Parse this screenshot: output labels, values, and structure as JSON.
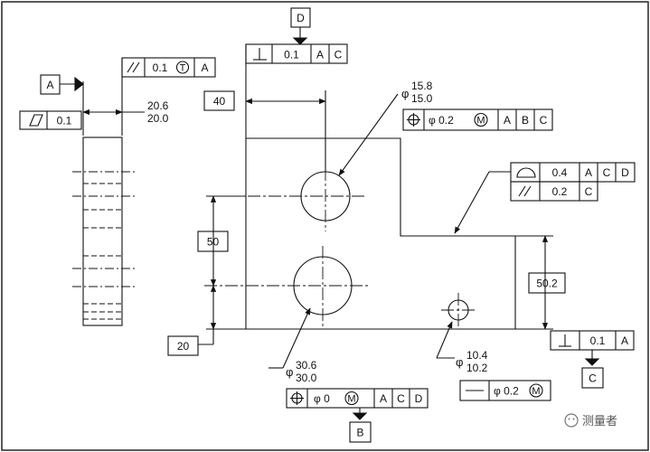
{
  "datums": {
    "a": "A",
    "b": "B",
    "c": "C",
    "d": "D"
  },
  "side_view": {
    "flatness_tol": "0.1",
    "parallel_tol": "0.1",
    "tangent_plane_mod": "T",
    "parallel_ref": "A",
    "thickness_max": "20.6",
    "thickness_min": "20.0"
  },
  "front_view": {
    "dim_40": "40",
    "dim_50": "50",
    "dim_20": "20",
    "dim_50_2": "50.2",
    "perpendicularity": {
      "tol": "0.1",
      "refs": [
        "A",
        "C"
      ]
    },
    "hole_small": {
      "dia_sym": "φ",
      "max": "15.8",
      "min": "15.0",
      "tol": "φ 0.2",
      "mod": "M",
      "refs": [
        "A",
        "B",
        "C"
      ]
    },
    "hole_large": {
      "dia_sym": "φ",
      "max": "30.6",
      "min": "30.0",
      "tol": "φ 0",
      "mod": "M",
      "refs": [
        "A",
        "C",
        "D"
      ]
    },
    "hole_tiny": {
      "dia_sym": "φ",
      "max": "10.4",
      "min": "10.2",
      "tol": "φ 0.2",
      "mod": "M"
    },
    "profile": {
      "tol": "0.4",
      "refs": [
        "A",
        "C",
        "D"
      ]
    },
    "parallel2": {
      "tol": "0.2",
      "refs": [
        "C"
      ]
    },
    "perp_c": {
      "tol": "0.1",
      "refs": [
        "A"
      ]
    }
  },
  "watermark": "测量者"
}
